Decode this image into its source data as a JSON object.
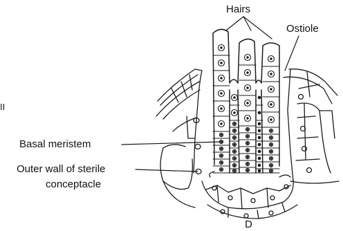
{
  "labels": {
    "hairs": "Hairs",
    "ostiole": "Ostiole",
    "side_mark": "II",
    "basal_meristem": "Basal meristem",
    "outer_wall_line1": "Outer wall of sterile",
    "outer_wall_line2": "conceptacle",
    "panel": "D"
  },
  "colors": {
    "ink": "#1a1a1a",
    "background": "#ffffff"
  }
}
